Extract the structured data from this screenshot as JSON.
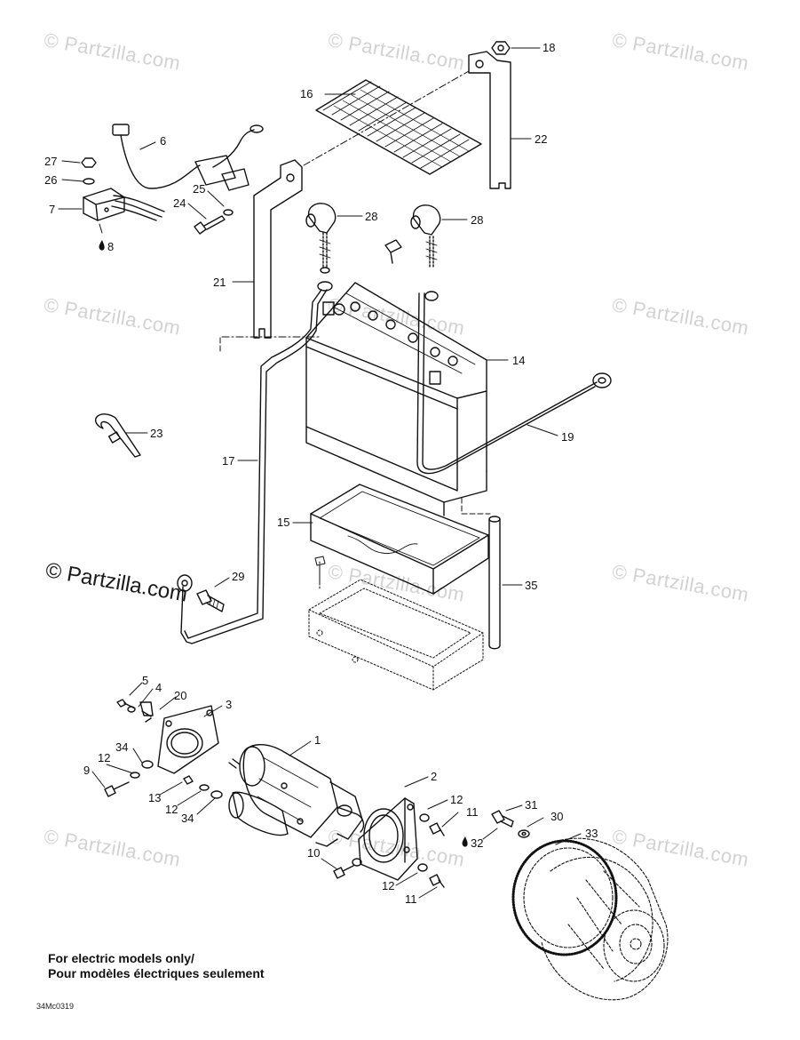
{
  "watermark": {
    "small": "© Partzilla.com",
    "main": "© Partzilla.com"
  },
  "callouts": [
    {
      "id": "18",
      "label": "18"
    },
    {
      "id": "16",
      "label": "16"
    },
    {
      "id": "22",
      "label": "22"
    },
    {
      "id": "6",
      "label": "6"
    },
    {
      "id": "27",
      "label": "27"
    },
    {
      "id": "26",
      "label": "26"
    },
    {
      "id": "7",
      "label": "7"
    },
    {
      "id": "8",
      "label": "8"
    },
    {
      "id": "25",
      "label": "25"
    },
    {
      "id": "24",
      "label": "24"
    },
    {
      "id": "28a",
      "label": "28"
    },
    {
      "id": "28b",
      "label": "28"
    },
    {
      "id": "21",
      "label": "21"
    },
    {
      "id": "14",
      "label": "14"
    },
    {
      "id": "19",
      "label": "19"
    },
    {
      "id": "23",
      "label": "23"
    },
    {
      "id": "17",
      "label": "17"
    },
    {
      "id": "15",
      "label": "15"
    },
    {
      "id": "29",
      "label": "29"
    },
    {
      "id": "35",
      "label": "35"
    },
    {
      "id": "5",
      "label": "5"
    },
    {
      "id": "4",
      "label": "4"
    },
    {
      "id": "20",
      "label": "20"
    },
    {
      "id": "3",
      "label": "3"
    },
    {
      "id": "1",
      "label": "1"
    },
    {
      "id": "34a",
      "label": "34"
    },
    {
      "id": "12a",
      "label": "12"
    },
    {
      "id": "9",
      "label": "9"
    },
    {
      "id": "13",
      "label": "13"
    },
    {
      "id": "12b",
      "label": "12"
    },
    {
      "id": "34b",
      "label": "34"
    },
    {
      "id": "2",
      "label": "2"
    },
    {
      "id": "12c",
      "label": "12"
    },
    {
      "id": "11a",
      "label": "11"
    },
    {
      "id": "31",
      "label": "31"
    },
    {
      "id": "30",
      "label": "30"
    },
    {
      "id": "32",
      "label": "32"
    },
    {
      "id": "33",
      "label": "33"
    },
    {
      "id": "10",
      "label": "10"
    },
    {
      "id": "12d",
      "label": "12"
    },
    {
      "id": "11b",
      "label": "11"
    }
  ],
  "caption": {
    "line1": "For electric models only/",
    "line2": "Pour modèles électriques seulement"
  },
  "drawing_code": "34Mc0319"
}
